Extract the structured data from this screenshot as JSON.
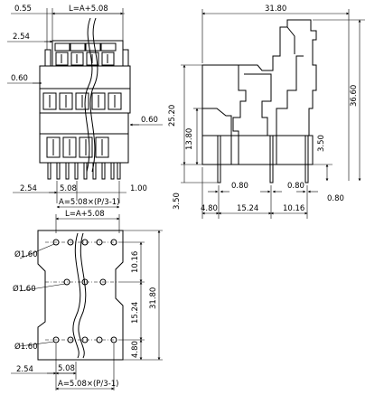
{
  "front_view": {
    "dim_top_offset": "0.55",
    "dim_total_length": "L=A+5.08",
    "dim_left_top": "2.54",
    "dim_left_mid": "0.60",
    "dim_right_mid": "0.60",
    "dim_bottom_left": "2.54",
    "dim_pitch": "5.08",
    "dim_pin_right": "1.00",
    "dim_formula": "A=5.08×(P/3-1)"
  },
  "side_view": {
    "dim_width": "31.80",
    "dim_height_total": "36.60",
    "dim_height_mid": "25.20",
    "dim_height_lower": "13.80",
    "dim_pin_len_right": "3.50",
    "dim_pin_len_left": "3.50",
    "dim_pin_w1": "0.80",
    "dim_pin_w2": "0.80",
    "dim_pin_w3": "0.80",
    "dim_left_offset": "4.80",
    "dim_pin_span": "15.24",
    "dim_right_offset": "10.16"
  },
  "pcb_layout": {
    "dim_total_length": "L=A+5.08",
    "hole_label_top": "Ø1.60",
    "hole_label_mid": "Ø1.60",
    "hole_label_bot": "Ø1.60",
    "dim_row_gap_top": "10.16",
    "dim_row_gap_mid": "15.24",
    "dim_row_gap_bot": "4.80",
    "dim_total_height": "31.80",
    "dim_bottom_left": "2.54",
    "dim_pitch": "5.08",
    "dim_formula": "A=5.08×(P/3-1)"
  }
}
